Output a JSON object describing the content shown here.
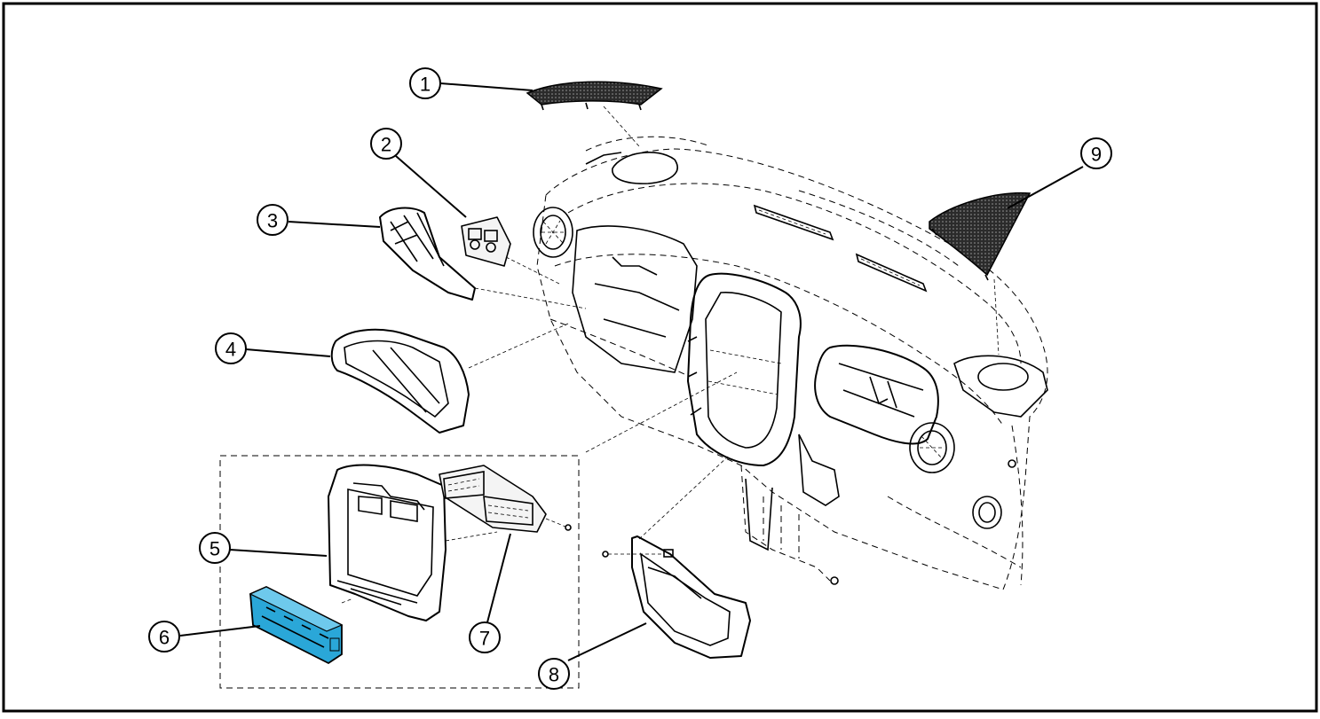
{
  "diagram": {
    "callouts": [
      {
        "label": "1",
        "part": "instrument-panel-speaker-grille-center"
      },
      {
        "label": "2",
        "part": "headlamp-switch"
      },
      {
        "label": "3",
        "part": "instrument-panel-bezel-left"
      },
      {
        "label": "4",
        "part": "cluster-bezel"
      },
      {
        "label": "5",
        "part": "center-stack-bezel"
      },
      {
        "label": "6",
        "part": "climate-control"
      },
      {
        "label": "7",
        "part": "center-air-outlets"
      },
      {
        "label": "8",
        "part": "lower-center-bezel"
      },
      {
        "label": "9",
        "part": "instrument-panel-speaker-grille-right"
      }
    ]
  },
  "colors": {
    "line": "#000000",
    "highlight": "#2aa7d8",
    "background": "#ffffff"
  }
}
